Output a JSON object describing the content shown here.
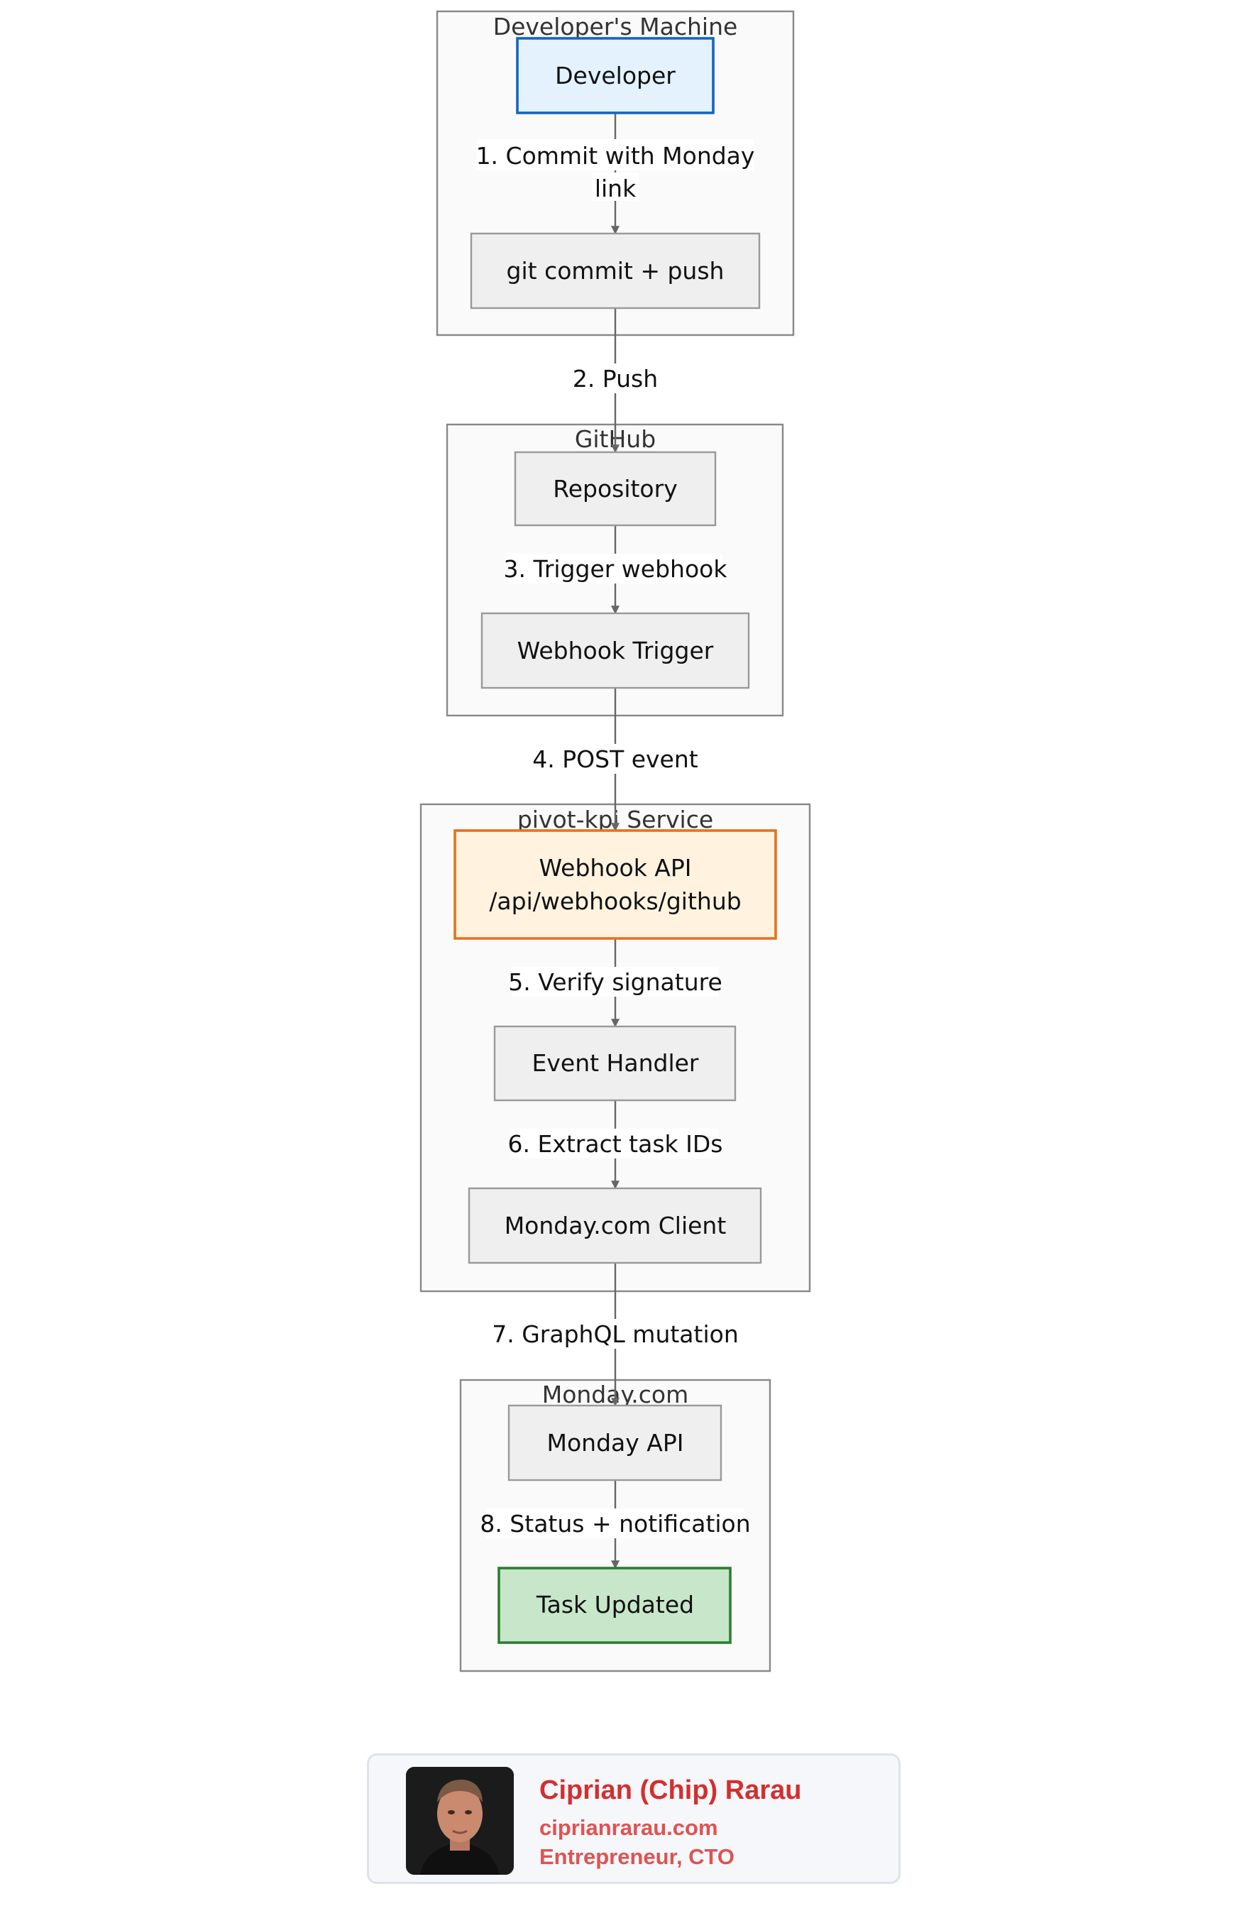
{
  "clusters": {
    "dev_machine": "Developer's Machine",
    "github": "GitHub",
    "service": "pivot-kpi Service",
    "monday": "Monday.com"
  },
  "nodes": {
    "developer": "Developer",
    "git": "git commit + push",
    "repository": "Repository",
    "webhook_trigger": "Webhook Trigger",
    "webhook_api_line1": "Webhook API",
    "webhook_api_line2": "/api/webhooks/github",
    "event_handler": "Event Handler",
    "monday_client": "Monday.com Client",
    "monday_api": "Monday API",
    "task_updated": "Task Updated"
  },
  "edges": {
    "e1_line1": "1. Commit with Monday",
    "e1_line2": "link",
    "e2": "2. Push",
    "e3": "3. Trigger webhook",
    "e4": "4. POST event",
    "e5": "5. Verify signature",
    "e6": "6. Extract task IDs",
    "e7": "7. GraphQL mutation",
    "e8": "8. Status + notification"
  },
  "colors": {
    "developer_border": "#1565c0",
    "developer_fill": "#e3f2fd",
    "api_border": "#e8711c",
    "api_fill": "#fff3e0",
    "done_border": "#2e7d32",
    "done_fill": "#c8e6c9",
    "author_accent": "#d32f2f"
  },
  "author": {
    "name": "Ciprian (Chip) Rarau",
    "website": "ciprianrarau.com",
    "role": "Entrepreneur, CTO"
  }
}
